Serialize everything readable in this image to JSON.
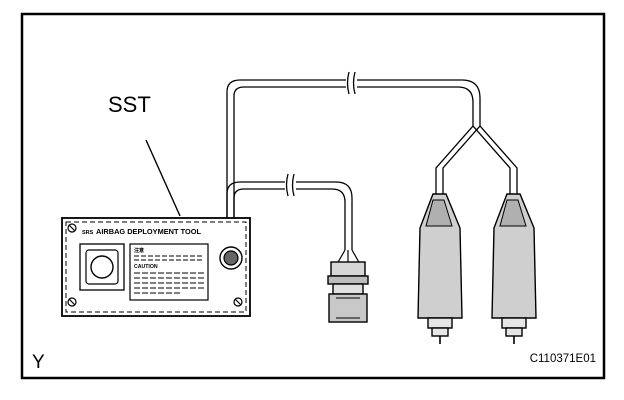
{
  "figure": {
    "sst_label": "SST",
    "tool_title_prefix": "SRS",
    "tool_title": "AIRBAG DEPLOYMENT TOOL",
    "caution_jp": "注意",
    "caution_label": "CAUTION",
    "view_label": "Y",
    "figure_code": "C110371E01"
  }
}
